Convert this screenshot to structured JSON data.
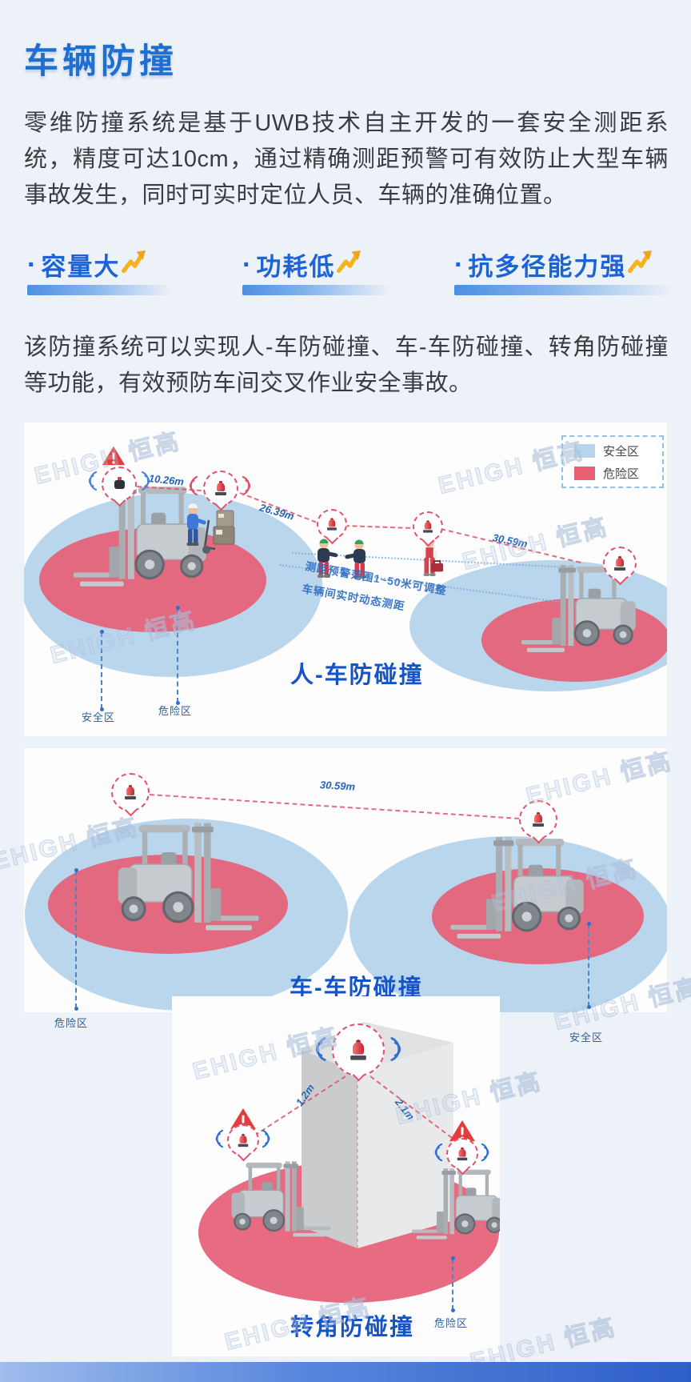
{
  "doc": {
    "title": "车辆防撞",
    "intro": "零维防撞系统是基于UWB技术自主开发的一套安全测距系统，精度可达10cm，通过精确测距预警可有效防止大型车辆事故发生，同时可实时定位人员、车辆的准确位置。",
    "bullet": "·",
    "features": [
      {
        "label": "容量大"
      },
      {
        "label": "功耗低"
      },
      {
        "label": "抗多径能力强"
      }
    ],
    "body": "该防撞系统可以实现人-车防碰撞、车-车防碰撞、转角防碰撞等功能，有效预防车间交叉作业安全事故。"
  },
  "legend": {
    "safe_label": "安全区",
    "danger_label": "危险区"
  },
  "diagram_person_vehicle": {
    "caption": "人-车防碰撞",
    "distance_1": "10.26m",
    "distance_2": "26.39m",
    "distance_3": "30.59m",
    "annotation_1": "测距预警范围1~50米可调整",
    "annotation_2": "车辆间实时动态测距",
    "safe_label": "安全区",
    "danger_label": "危险区"
  },
  "diagram_vehicle_vehicle": {
    "caption": "车-车防碰撞",
    "distance": "30.59m",
    "danger_label": "危险区",
    "safe_label": "安全区"
  },
  "diagram_corner": {
    "caption": "转角防碰撞",
    "distance_left": "1.2m",
    "distance_right": "2.1m",
    "danger_label": "危险区"
  },
  "watermark": {
    "text": "EHIGH 恒高"
  },
  "icons": {
    "feature_trend": "trend-up-arrow",
    "alarm": "siren-beacon",
    "warning": "warning-triangle",
    "signal": "wifi-waves",
    "vehicle": "forklift",
    "person": "worker"
  },
  "colors": {
    "accent_blue": "#1b63c8",
    "safe_zone": "#bcd6ec",
    "danger_zone": "#e8617a",
    "warning_red": "#e23c3c",
    "footer_blue": "#2e5fc8",
    "background": "#edf1f8"
  }
}
